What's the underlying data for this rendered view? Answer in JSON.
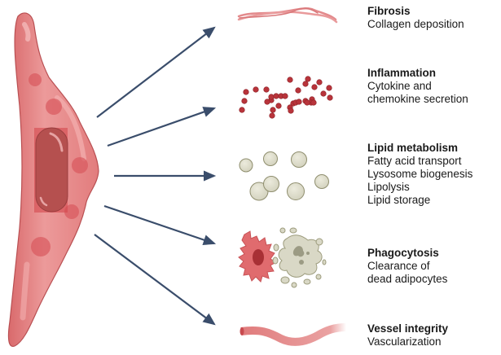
{
  "figure": {
    "source_cell": {
      "name": "stromal-cell",
      "color": "#e27d7d",
      "nucleus_color": "#b5504f"
    },
    "arrow_color": "#3a4d6b",
    "outcomes": [
      {
        "title": "Fibrosis",
        "lines": [
          "Collagen deposition"
        ],
        "icon": "collagen-fibers"
      },
      {
        "title": "Inflammation",
        "lines": [
          "Cytokine and",
          "chemokine secretion"
        ],
        "icon": "cytokine-dots"
      },
      {
        "title": "Lipid metabolism",
        "lines": [
          "Fatty acid transport",
          "Lysosome biogenesis",
          "Lipolysis",
          "Lipid storage"
        ],
        "icon": "lipid-droplets"
      },
      {
        "title": "Phagocytosis",
        "lines": [
          "Clearance of",
          "dead adipocytes"
        ],
        "icon": "phagocyte-engulfing-debris"
      },
      {
        "title": "Vessel integrity",
        "lines": [
          "Vascularization"
        ],
        "icon": "blood-vessel"
      }
    ],
    "colors": {
      "cytokine": "#b8343b",
      "lipid": "#d9d9c7",
      "lipid_edge": "#8f8e6e",
      "collagen": "#e88a8a",
      "vessel": "#e08585"
    }
  }
}
